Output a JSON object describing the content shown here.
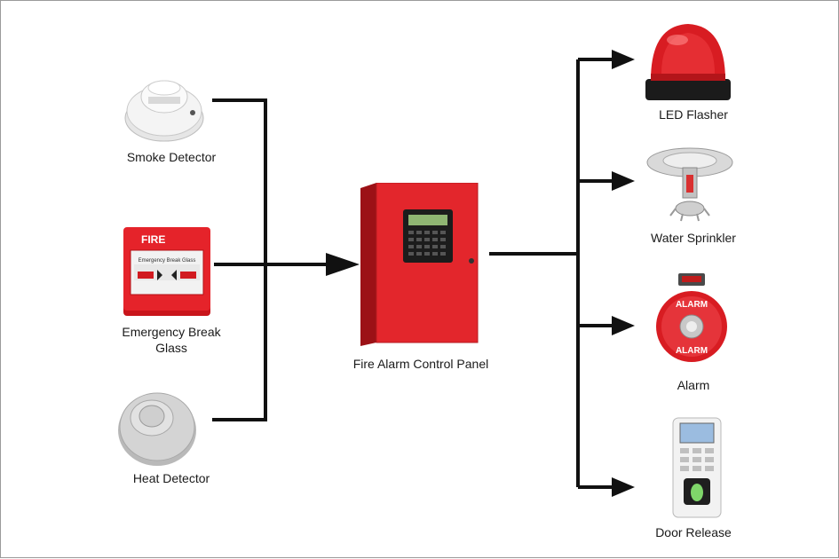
{
  "inputs": [
    {
      "label": "Smoke Detector"
    },
    {
      "label": "Emergency Break Glass"
    },
    {
      "label": "Heat Detector"
    }
  ],
  "center": {
    "label": "Fire Alarm Control Panel"
  },
  "outputs": [
    {
      "label": "LED Flasher"
    },
    {
      "label": "Water Sprinkler"
    },
    {
      "label": "Alarm"
    },
    {
      "label": "Door Release"
    }
  ],
  "device_text": {
    "break_glass_title": "FIRE",
    "break_glass_caption": "Emergency Break Glass",
    "bell_text": "ALARM"
  },
  "colors": {
    "wire": "#111111",
    "panel_red": "#e3262c",
    "device_red": "#d81c22"
  }
}
